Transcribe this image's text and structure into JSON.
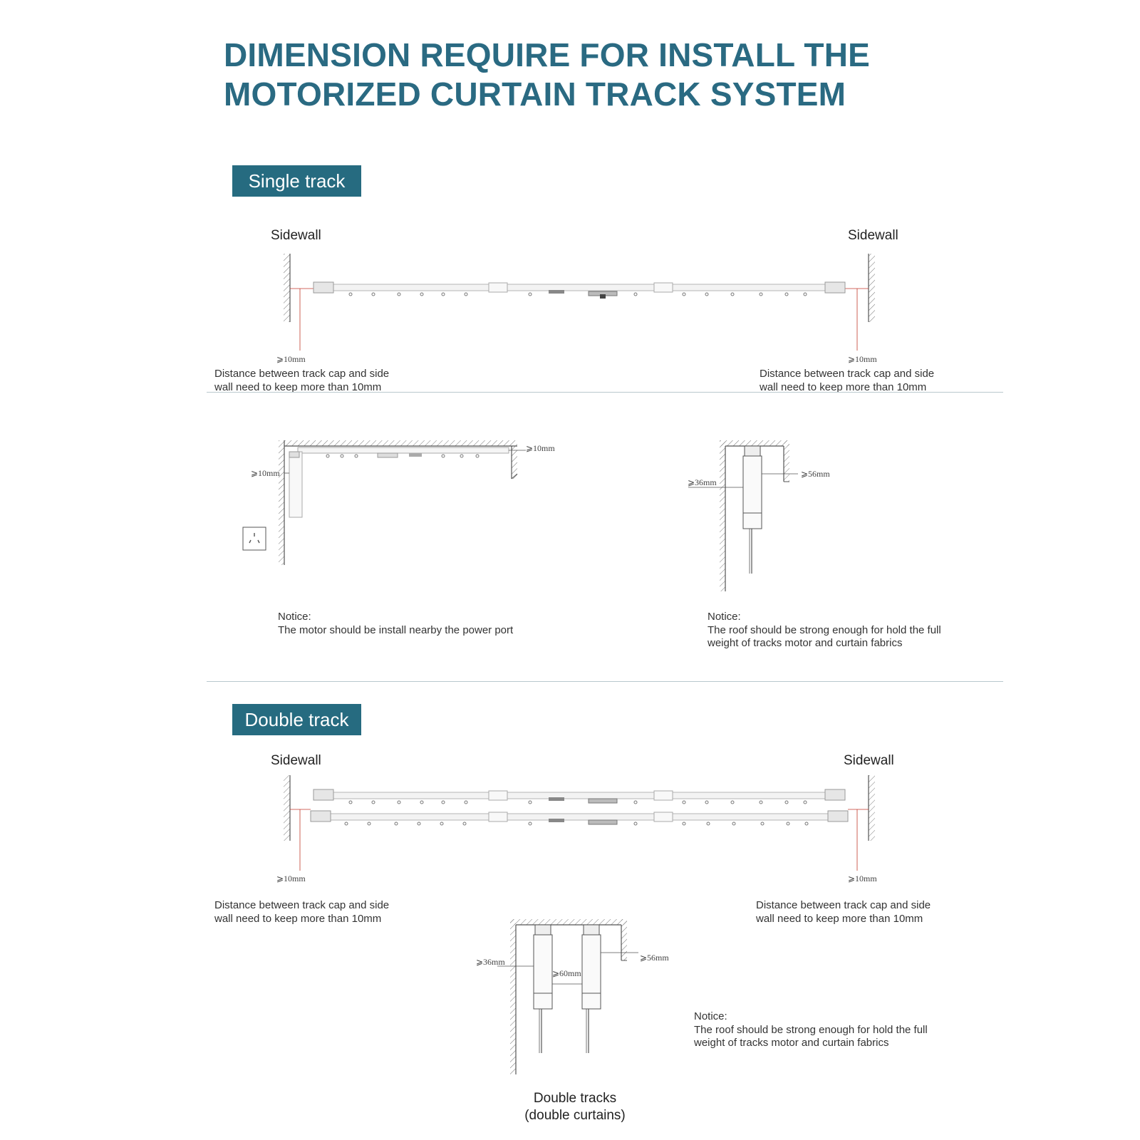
{
  "title": {
    "line1": "DIMENSION REQUIRE FOR INSTALL THE",
    "line2": "MOTORIZED CURTAIN TRACK SYSTEM"
  },
  "colors": {
    "accent": "#266b80",
    "title": "#2a6a82",
    "rule": "#b9c8ce",
    "marker": "#c0392b"
  },
  "single": {
    "badge": "Single track",
    "left_wall": "Sidewall",
    "right_wall": "Sidewall",
    "left_dim": "⩾10mm",
    "right_dim": "⩾10mm",
    "left_note": [
      "Distance between track cap and side",
      "wall need to keep more than 10mm"
    ],
    "right_note": [
      "Distance between track cap and side",
      "wall need to keep more than 10mm"
    ],
    "corner": {
      "dim_top": "⩾10mm",
      "dim_left": "⩾10mm"
    },
    "corner_notice": [
      "Notice:",
      "The motor should be install nearby the power port"
    ],
    "ceiling": {
      "dim_left": "⩾36mm",
      "dim_right": "⩾56mm"
    },
    "ceiling_notice": [
      "Notice:",
      "The roof should be strong enough for hold the full",
      "weight of tracks motor and curtain fabrics"
    ]
  },
  "double": {
    "badge": "Double track",
    "left_wall": "Sidewall",
    "right_wall": "Sidewall",
    "left_dim": "⩾10mm",
    "right_dim": "⩾10mm",
    "left_note": [
      "Distance between track cap and side",
      "wall need to keep more than 10mm"
    ],
    "right_note": [
      "Distance between track cap and side",
      "wall need to keep more than 10mm"
    ],
    "ceiling": {
      "dim_left": "⩾36mm",
      "dim_mid": "⩾60mm",
      "dim_right": "⩾56mm"
    },
    "notice": [
      "Notice:",
      "The roof should be strong enough for hold the full",
      "weight of tracks motor and curtain fabrics"
    ],
    "caption": [
      "Double tracks",
      "(double curtains)"
    ]
  }
}
